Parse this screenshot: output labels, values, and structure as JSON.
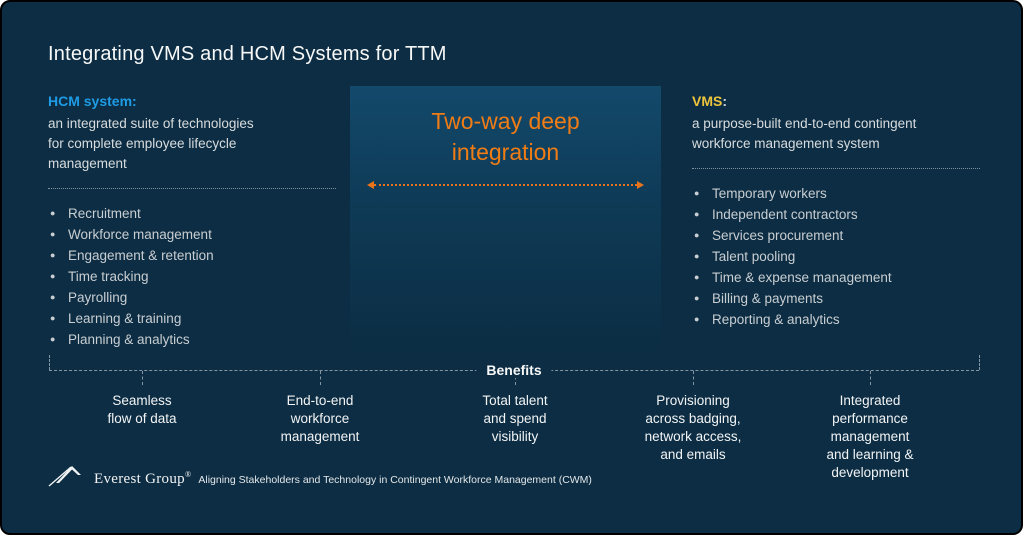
{
  "title": "Integrating VMS and HCM Systems for TTM",
  "hcm": {
    "label": "HCM system:",
    "description": "an integrated suite of technologies\nfor complete employee lifecycle\nmanagement",
    "items": [
      "Recruitment",
      "Workforce management",
      "Engagement & retention",
      "Time tracking",
      "Payrolling",
      "Learning & training",
      "Planning & analytics"
    ]
  },
  "vms": {
    "label": "VMS",
    "colon": ":",
    "description": "a purpose-built end-to-end contingent\nworkforce management system",
    "items": [
      "Temporary workers",
      "Independent contractors",
      "Services procurement",
      "Talent pooling",
      "Time & expense management",
      "Billing & payments",
      "Reporting & analytics"
    ]
  },
  "integration": {
    "label": "Two-way deep\nintegration"
  },
  "benefits": {
    "label": "Benefits",
    "items": [
      "Seamless\nflow of data",
      "End-to-end\nworkforce\nmanagement",
      "Total talent\nand spend\nvisibility",
      "Provisioning\nacross badging,\nnetwork access,\nand emails",
      "Integrated\nperformance\nmanagement\nand learning &\ndevelopment"
    ]
  },
  "footer": {
    "brand": "Everest Group",
    "registered": "®",
    "tagline": "Aligning Stakeholders and Technology in Contingent Workforce Management (CWM)"
  },
  "colors": {
    "background": "#0c2d43",
    "hcm_accent": "#1e9ce6",
    "vms_accent": "#eec43d",
    "integration_orange": "#f07c15",
    "body_text": "#c9ced2",
    "white_text": "#f7f8f8"
  }
}
